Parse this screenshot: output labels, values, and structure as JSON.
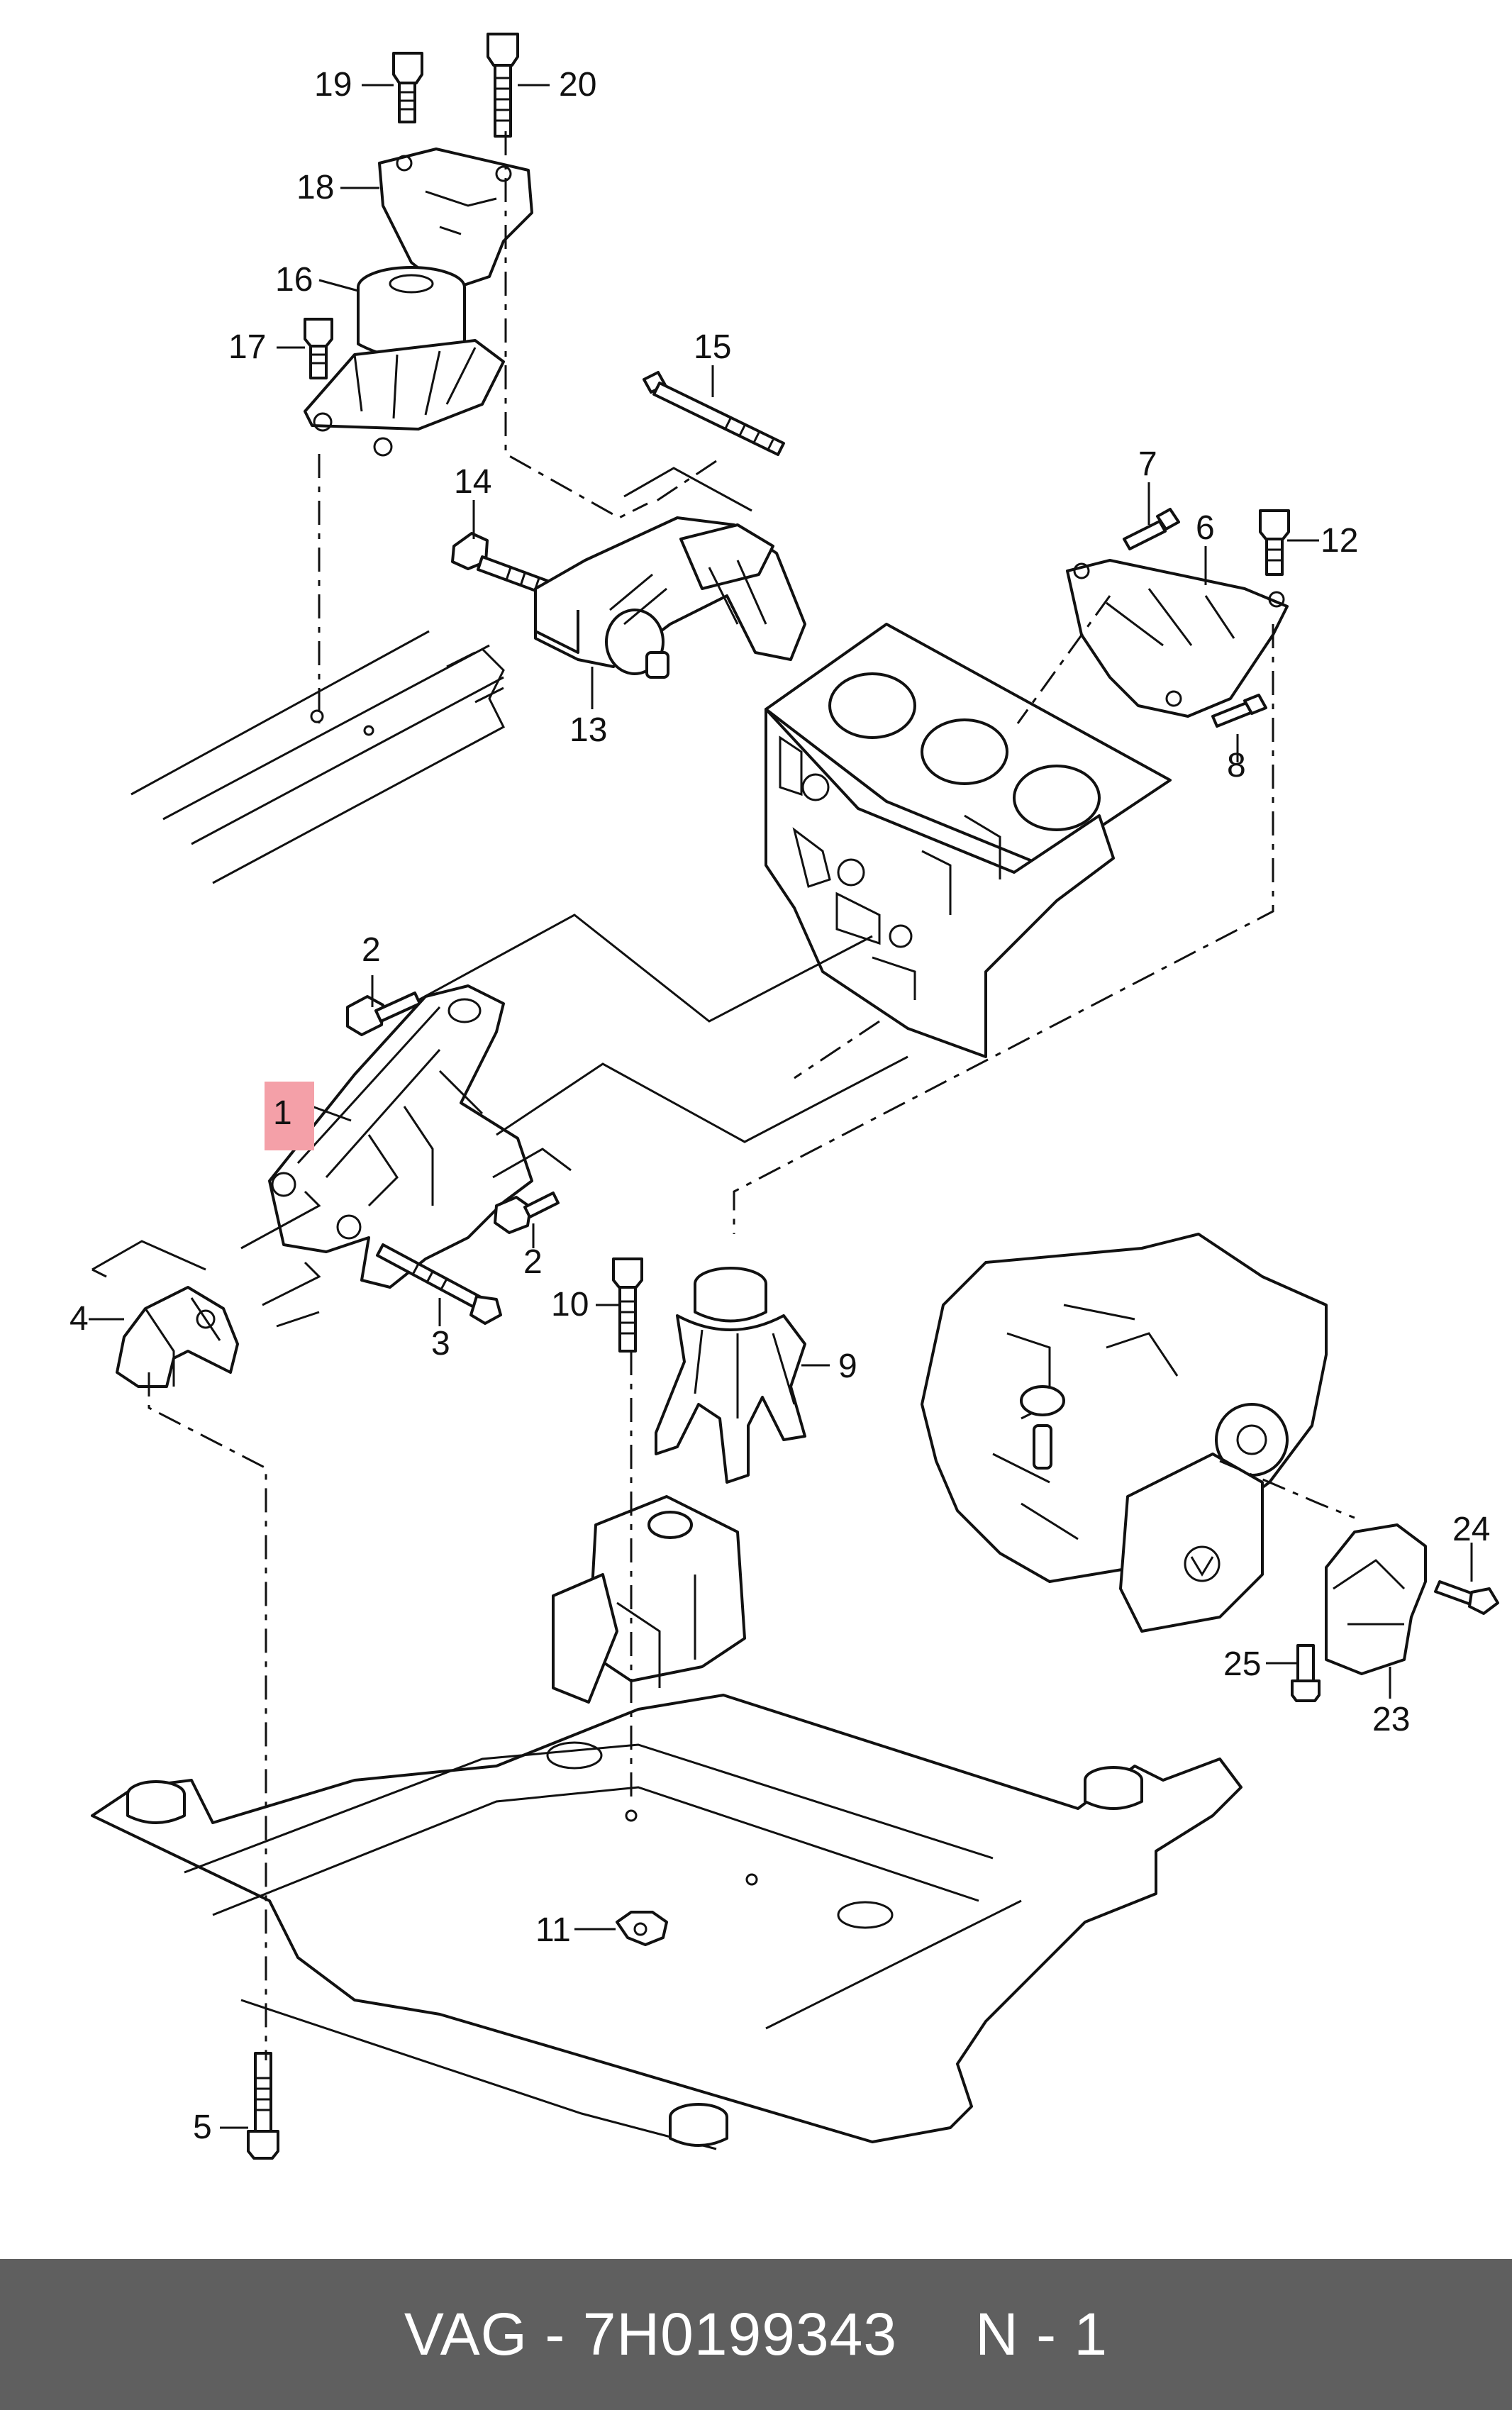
{
  "callouts": [
    {
      "id": "1",
      "label": "1",
      "highlighted": true
    },
    {
      "id": "2a",
      "label": "2"
    },
    {
      "id": "2b",
      "label": "2"
    },
    {
      "id": "3",
      "label": "3"
    },
    {
      "id": "4",
      "label": "4"
    },
    {
      "id": "5",
      "label": "5"
    },
    {
      "id": "6",
      "label": "6"
    },
    {
      "id": "7",
      "label": "7"
    },
    {
      "id": "8",
      "label": "8"
    },
    {
      "id": "9",
      "label": "9"
    },
    {
      "id": "10",
      "label": "10"
    },
    {
      "id": "11",
      "label": "11"
    },
    {
      "id": "12",
      "label": "12"
    },
    {
      "id": "13",
      "label": "13"
    },
    {
      "id": "14",
      "label": "14"
    },
    {
      "id": "15",
      "label": "15"
    },
    {
      "id": "16",
      "label": "16"
    },
    {
      "id": "17",
      "label": "17"
    },
    {
      "id": "18",
      "label": "18"
    },
    {
      "id": "19",
      "label": "19"
    },
    {
      "id": "20",
      "label": "20"
    },
    {
      "id": "23",
      "label": "23"
    },
    {
      "id": "24",
      "label": "24"
    },
    {
      "id": "25",
      "label": "25"
    }
  ],
  "highlight_color": "#f4a0a8",
  "footer": {
    "brand": "VAG",
    "separator": "-",
    "part_number": "7H0199343",
    "position": "N - 1"
  },
  "footer_bg": "#5f5f5f"
}
